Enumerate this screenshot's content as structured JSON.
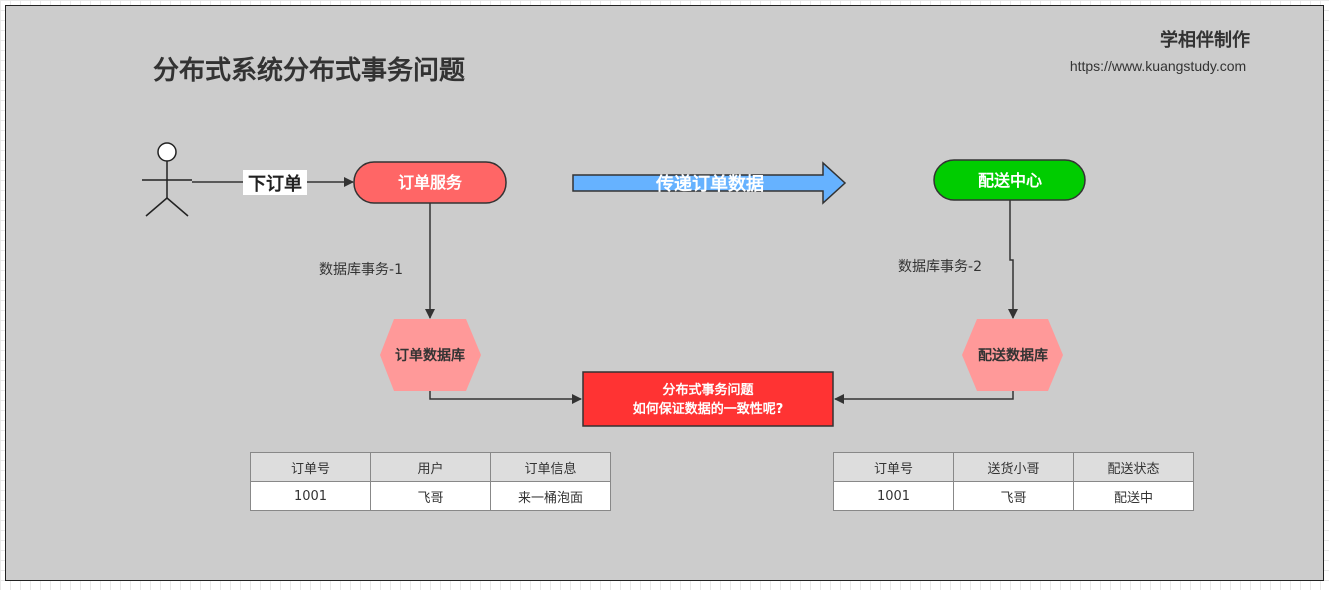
{
  "header": {
    "title": "分布式系统分布式事务问题",
    "brand": "学相伴制作",
    "url": "https://www.kuangstudy.com"
  },
  "diagram": {
    "actor_edge_label": "下订单",
    "order_service": "订单服务",
    "transfer_label": "传递订单数据",
    "delivery_center": "配送中心",
    "tx1_label": "数据库事务-1",
    "tx2_label": "数据库事务-2",
    "order_db": "订单数据库",
    "delivery_db": "配送数据库",
    "problem_line1": "分布式事务问题",
    "problem_line2": "如何保证数据的一致性呢?"
  },
  "colors": {
    "order_service_fill": "#ff6666",
    "delivery_center_fill": "#00cc00",
    "db_fill": "#ff9999",
    "problem_fill": "#ff3333",
    "arrow_fill": "#66b2ff"
  },
  "order_table": {
    "headers": [
      "订单号",
      "用户",
      "订单信息"
    ],
    "rows": [
      [
        "1001",
        "飞哥",
        "来一桶泡面"
      ]
    ]
  },
  "delivery_table": {
    "headers": [
      "订单号",
      "送货小哥",
      "配送状态"
    ],
    "rows": [
      [
        "1001",
        "飞哥",
        "配送中"
      ]
    ]
  }
}
